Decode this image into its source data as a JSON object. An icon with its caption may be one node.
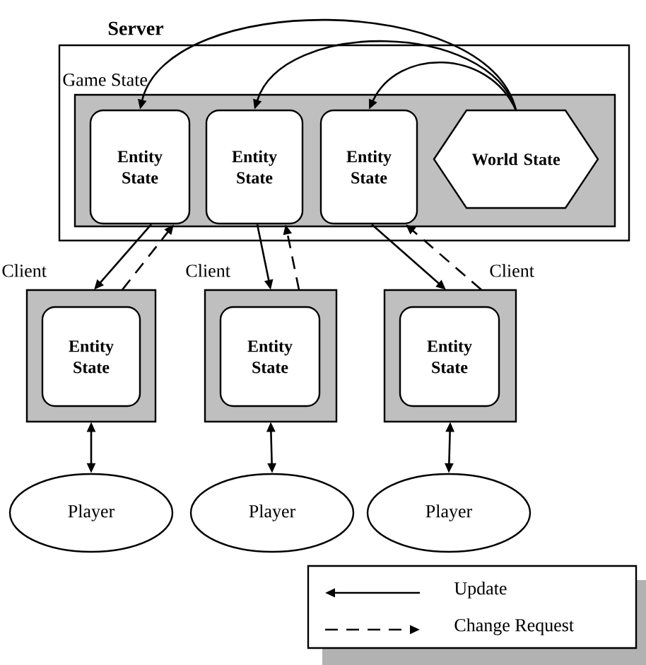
{
  "diagram": {
    "nodes": [
      {
        "text": [
          "Server"
        ]
      },
      {
        "text": [
          "Game State"
        ],
        "in": 0
      },
      {
        "text": [
          "Entity State"
        ],
        "in": 1
      },
      {
        "text": [
          "Entity State"
        ],
        "in": 1
      },
      {
        "text": [
          "Entity State"
        ],
        "in": 1
      },
      {
        "text": [
          "World State"
        ],
        "in": 1
      },
      {
        "text": [
          "Client"
        ]
      },
      {
        "text": [
          "Entity State"
        ],
        "in": 6
      },
      {
        "text": [
          "Client"
        ]
      },
      {
        "text": [
          "Entity State"
        ],
        "in": 8
      },
      {
        "text": [
          "Client"
        ]
      },
      {
        "text": [
          "Entity State"
        ],
        "in": 10
      },
      {
        "text": [
          "Player"
        ]
      },
      {
        "text": [
          "Player"
        ]
      },
      {
        "text": [
          "Player"
        ]
      }
    ],
    "edges": [
      {
        "from": 5,
        "to": 2,
        "arrow": "to"
      },
      {
        "from": 5,
        "to": 3,
        "arrow": "to"
      },
      {
        "from": 5,
        "to": 4,
        "arrow": "to"
      },
      {
        "from": 2,
        "to": 6,
        "arrow": "to"
      },
      {
        "from": 6,
        "to": 2,
        "arrow": "to",
        "style": "dashed"
      },
      {
        "from": 3,
        "to": 8,
        "arrow": "to"
      },
      {
        "from": 8,
        "to": 3,
        "arrow": "to",
        "style": "dashed"
      },
      {
        "from": 4,
        "to": 10,
        "arrow": "to"
      },
      {
        "from": 10,
        "to": 4,
        "arrow": "to",
        "style": "dashed"
      },
      {
        "from": 6,
        "to": 12,
        "arrow": "both"
      },
      {
        "from": 8,
        "to": 13,
        "arrow": "both"
      },
      {
        "from": 10,
        "to": 14,
        "arrow": "both"
      }
    ],
    "legend": [
      {
        "text": "Update"
      },
      {
        "text": "Change Request"
      }
    ]
  }
}
